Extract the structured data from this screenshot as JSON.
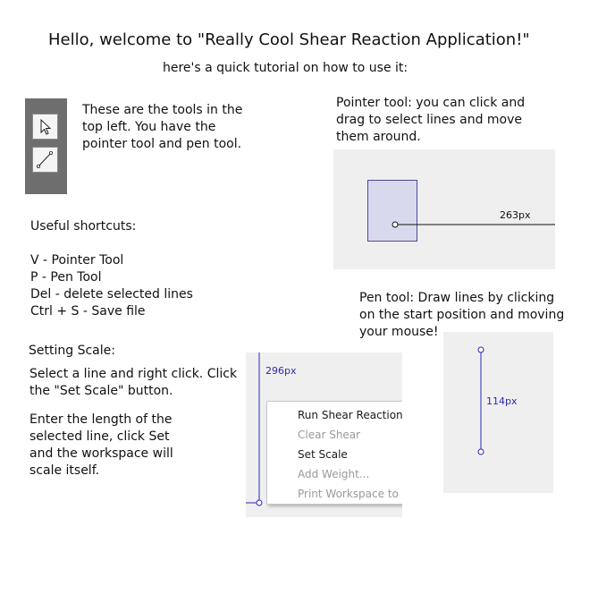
{
  "header": {
    "title": "Hello, welcome to \"Really Cool Shear Reaction Application!\"",
    "subtitle": "here's a quick tutorial on how to use it:"
  },
  "tools_section": {
    "lines": [
      "These are the tools in the",
      "top left. You have the",
      "pointer tool and pen tool."
    ],
    "icons": [
      "pointer-tool-icon",
      "pen-tool-icon"
    ]
  },
  "shortcuts": {
    "heading": "Useful shortcuts:",
    "items": [
      "V - Pointer Tool",
      "P - Pen Tool",
      "Del - delete selected lines",
      "Ctrl + S - Save file"
    ]
  },
  "pointer_section": {
    "lines": [
      "Pointer tool: you can click and",
      "drag to select lines and move",
      "them around."
    ],
    "dimension_label": "263px"
  },
  "pen_section": {
    "lines": [
      "Pen tool: Draw lines by clicking",
      "on the start position and moving",
      "your mouse!"
    ],
    "dimension_label": "114px"
  },
  "scale_section": {
    "heading": "Setting Scale:",
    "paragraph1": [
      "Select a line and right click. Click",
      "the \"Set Scale\" button."
    ],
    "paragraph2": [
      "Enter the length of the",
      "selected line, click Set",
      "and the workspace will",
      "scale itself."
    ],
    "dimension_label": "296px",
    "context_menu": [
      {
        "label": "Run Shear Reaction",
        "enabled": true
      },
      {
        "label": "Clear Shear",
        "enabled": false
      },
      {
        "label": "Set Scale",
        "enabled": true
      },
      {
        "label": "Add Weight...",
        "enabled": false
      },
      {
        "label": "Print Workspace to Ac",
        "enabled": false
      }
    ]
  },
  "colors": {
    "toolbar_bg": "#6e6e6e",
    "panel_bg": "#efefef",
    "selection_fill": "#d9d9ee",
    "line_blue": "#2a2ab5"
  }
}
